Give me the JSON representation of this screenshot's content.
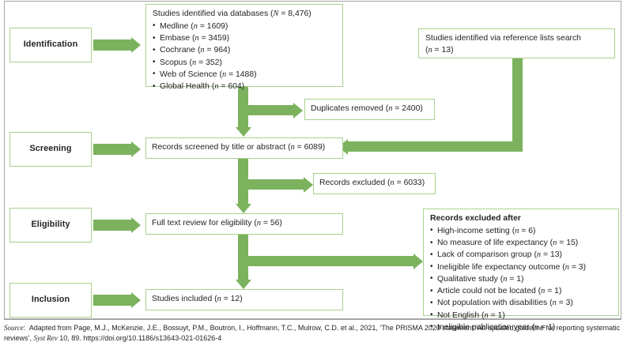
{
  "figure": {
    "type": "prisma-flow-diagram",
    "accent_green": "#7cb25e",
    "box_border": "#a9d08e",
    "frame_gray": "#a6a6a6",
    "text_color": "#231f20"
  },
  "stages": [
    {
      "label": "Identification"
    },
    {
      "label": "Screening"
    },
    {
      "label": "Eligibility"
    },
    {
      "label": "Inclusion"
    }
  ],
  "boxes": {
    "databases": {
      "title": "Studies identified via databases (N = 8,476)",
      "title_plain": "Studies identified via databases (",
      "title_var": "N",
      "title_tail": " = 8,476)",
      "items": [
        {
          "name": "Medline",
          "var": "n",
          "value": "1609",
          "text": "Medline (n = 1609)"
        },
        {
          "name": "Embase",
          "var": "n",
          "value": "3459",
          "text": "Embase (n = 3459)"
        },
        {
          "name": "Cochrane",
          "var": "n",
          "value": "964",
          "text": "Cochrane (n = 964)"
        },
        {
          "name": "Scopus",
          "var": "n",
          "value": "352",
          "text": "Scopus (n = 352)"
        },
        {
          "name": "Web of Science",
          "var": "n",
          "value": "1488",
          "text": "Web of Science (n = 1488)"
        },
        {
          "name": "Global Health",
          "var": "n",
          "value": "604",
          "text": "Global Health (n = 604)"
        }
      ]
    },
    "reference_lists": {
      "line1": "Studies identified via reference lists search",
      "line2_pre": "(",
      "line2_var": "n",
      "line2_tail": " = 13)",
      "text": "Studies identified via reference lists search (n = 13)"
    },
    "duplicates": {
      "pre": "Duplicates removed (",
      "var": "n",
      "tail": " = 2400)",
      "text": "Duplicates removed (n = 2400)"
    },
    "screened": {
      "pre": "Records screened by title or abstract (",
      "var": "n",
      "tail": " = 6089)",
      "text": "Records screened by title or abstract (n = 6089)"
    },
    "excluded_screening": {
      "pre": "Records excluded (",
      "var": "n",
      "tail": " = 6033)",
      "text": "Records excluded (n = 6033)"
    },
    "full_text": {
      "pre": "Full text review for eligibility (",
      "var": "n",
      "tail": " = 56)",
      "text": "Full text review for eligibility (n = 56)"
    },
    "excluded_after": {
      "title": "Records excluded after",
      "items": [
        {
          "reason": "High-income setting",
          "var": "n",
          "value": "6",
          "text": "High-income setting (n = 6)"
        },
        {
          "reason": "No measure of life expectancy",
          "var": "n",
          "value": "15",
          "text": "No measure of life expectancy (n = 15)"
        },
        {
          "reason": "Lack of comparison group",
          "var": "n",
          "value": "13",
          "text": "Lack of comparison group (n = 13)"
        },
        {
          "reason": "Ineligible life expectancy outcome",
          "var": "n",
          "value": "3",
          "text": "Ineligible life expectancy outcome (n = 3)"
        },
        {
          "reason": "Qualitative study",
          "var": "n",
          "value": "1",
          "text": "Qualitative study (n = 1)"
        },
        {
          "reason": "Article could not be located",
          "var": "n",
          "value": "1",
          "text": "Article could not be located (n = 1)"
        },
        {
          "reason": "Not population with disabilities",
          "var": "n",
          "value": "3",
          "text": "Not population with disabilities (n = 3)"
        },
        {
          "reason": "Not English",
          "var": "n",
          "value": "1",
          "text": "Not English (n = 1)"
        },
        {
          "reason": "Ineligible publication year",
          "var": "n",
          "value": "1",
          "text": "Ineligible publication year (n = 1)"
        }
      ]
    },
    "included": {
      "pre": "Studies included (",
      "var": "n",
      "tail": " = 12)",
      "text": "Studies included (n = 12)"
    }
  },
  "source": {
    "label": "Source",
    "colon": ":",
    "line1": "Adapted from Page, M.J., McKenzie, J.E., Bossuyt, P.M.,  Boutron, I.,  Hoffmann, T.C., Mulrow, C.D. et al., 2021, ‘The PRISMA 2020 statement: An updated guideline for reporting systematic",
    "line2_pre": "reviews’, ",
    "line2_journal": "Syst Rev",
    "line2_tail": " 10, 89. https://doi.org/10.1186/s13643-021-01626-4"
  }
}
